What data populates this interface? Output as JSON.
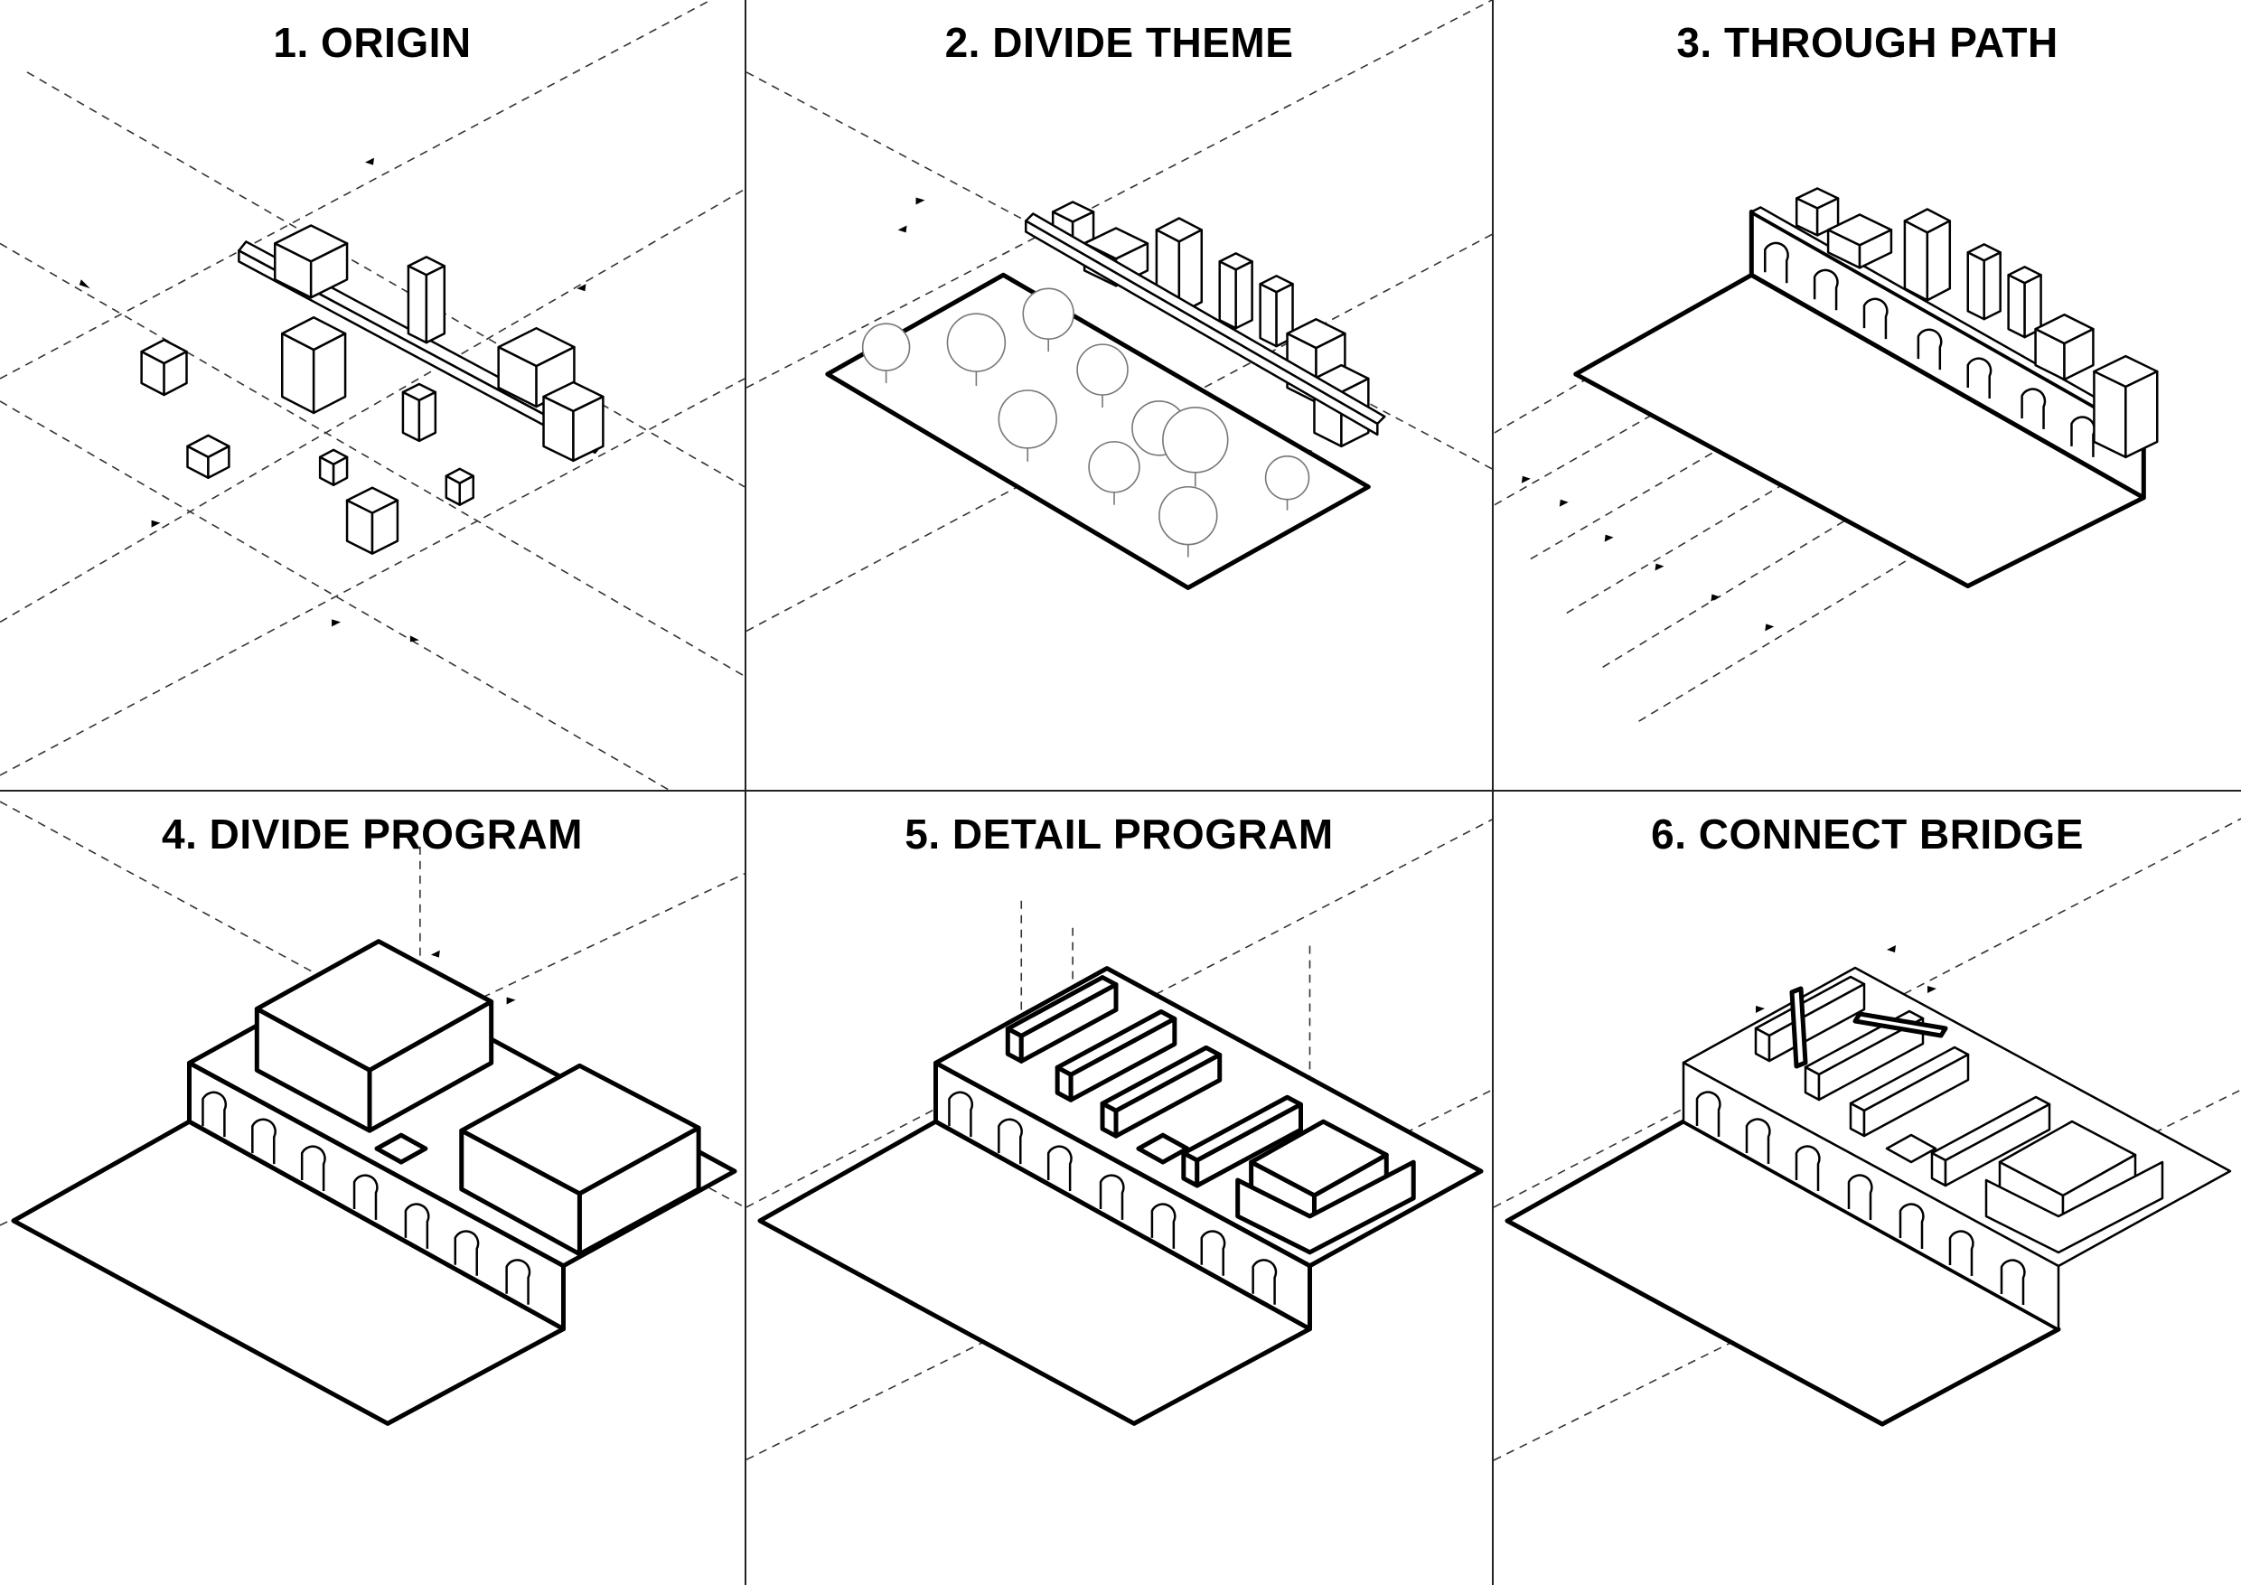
{
  "panels": [
    {
      "title": "1. ORIGIN"
    },
    {
      "title": "2. DIVIDE THEME"
    },
    {
      "title": "3. THROUGH PATH"
    },
    {
      "title": "4. DIVIDE PROGRAM"
    },
    {
      "title": "5. DETAIL PROGRAM"
    },
    {
      "title": "6. CONNECT BRIDGE"
    }
  ]
}
